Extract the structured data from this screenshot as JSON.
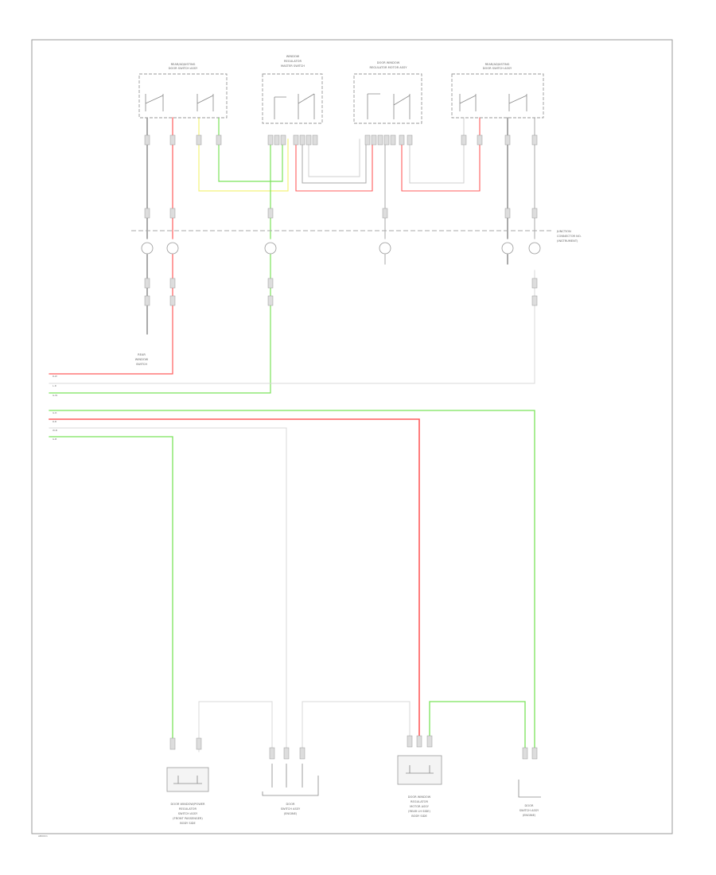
{
  "colors": {
    "red": "#ff5c5c",
    "green": "#7be35a",
    "yellow": "#f4f27a",
    "white": "#cfcfcf",
    "gray": "#a8a8a8",
    "black": "#555555"
  },
  "components": {
    "top_left": {
      "name": "REAR/ADJUSTING",
      "sub": "DOOR SWITCH ASSY"
    },
    "top_center_left": {
      "name": "WINDOW",
      "sub": "REGULATOR",
      "sub2": "MASTER SWITCH"
    },
    "top_center_right": {
      "name": "DOOR WINDOW",
      "sub": "REGULATOR MOTOR ASSY"
    },
    "top_right": {
      "name": "REAR/ADJUSTING",
      "sub": "DOOR SWITCH ASSY"
    },
    "junction_label": {
      "line1": "JUNCTION",
      "line2": "CONNECTOR NO.",
      "line3": "(INSTRUMENT)"
    },
    "left_note": {
      "line1": "REAR",
      "line2": "WINDOW",
      "line3": "SWITCH"
    },
    "bottom_1": {
      "line1": "DOOR WINDOW/POWER",
      "line2": "REGULATOR",
      "line3": "SWITCH ASSY",
      "line4": "(FRONT PASSENGER)",
      "line5": "BODY SIDE"
    },
    "bottom_2": {
      "line1": "DOOR",
      "line2": "SWITCH ASSY",
      "line3": "(ENGINE)"
    },
    "bottom_3": {
      "line1": "DOOR WINDOW",
      "line2": "REGULATOR",
      "line3": "MOTOR ASSY",
      "line4": "(REAR LH SIDE)",
      "line5": "BODY SIDE"
    },
    "bottom_4": {
      "line1": "DOOR",
      "line2": "SWITCH ASSY",
      "line3": "(ENGINE)"
    }
  },
  "wire_labels": {
    "row1": "R-W",
    "row2": "L-R",
    "row3": "G-W",
    "row4": "G-R",
    "row5": "R-B",
    "row6": "W-B",
    "row7": "G-B"
  },
  "page_code": "AB00C1"
}
